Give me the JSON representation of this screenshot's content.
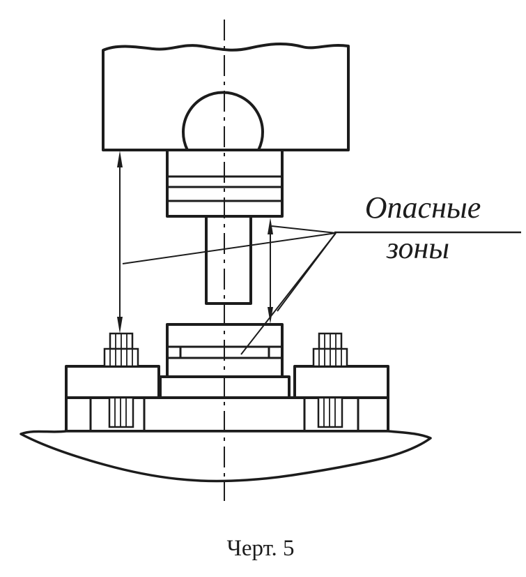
{
  "page": {
    "background_color": "#ffffff",
    "ink_color": "#1c1c1c",
    "type": "technical drawing (GOST standard figure of a press die with danger zones)"
  },
  "figure": {
    "danger_zones_label": {
      "line1": "Опасные",
      "line2": "зоны"
    },
    "caption": "Черт. 5"
  }
}
